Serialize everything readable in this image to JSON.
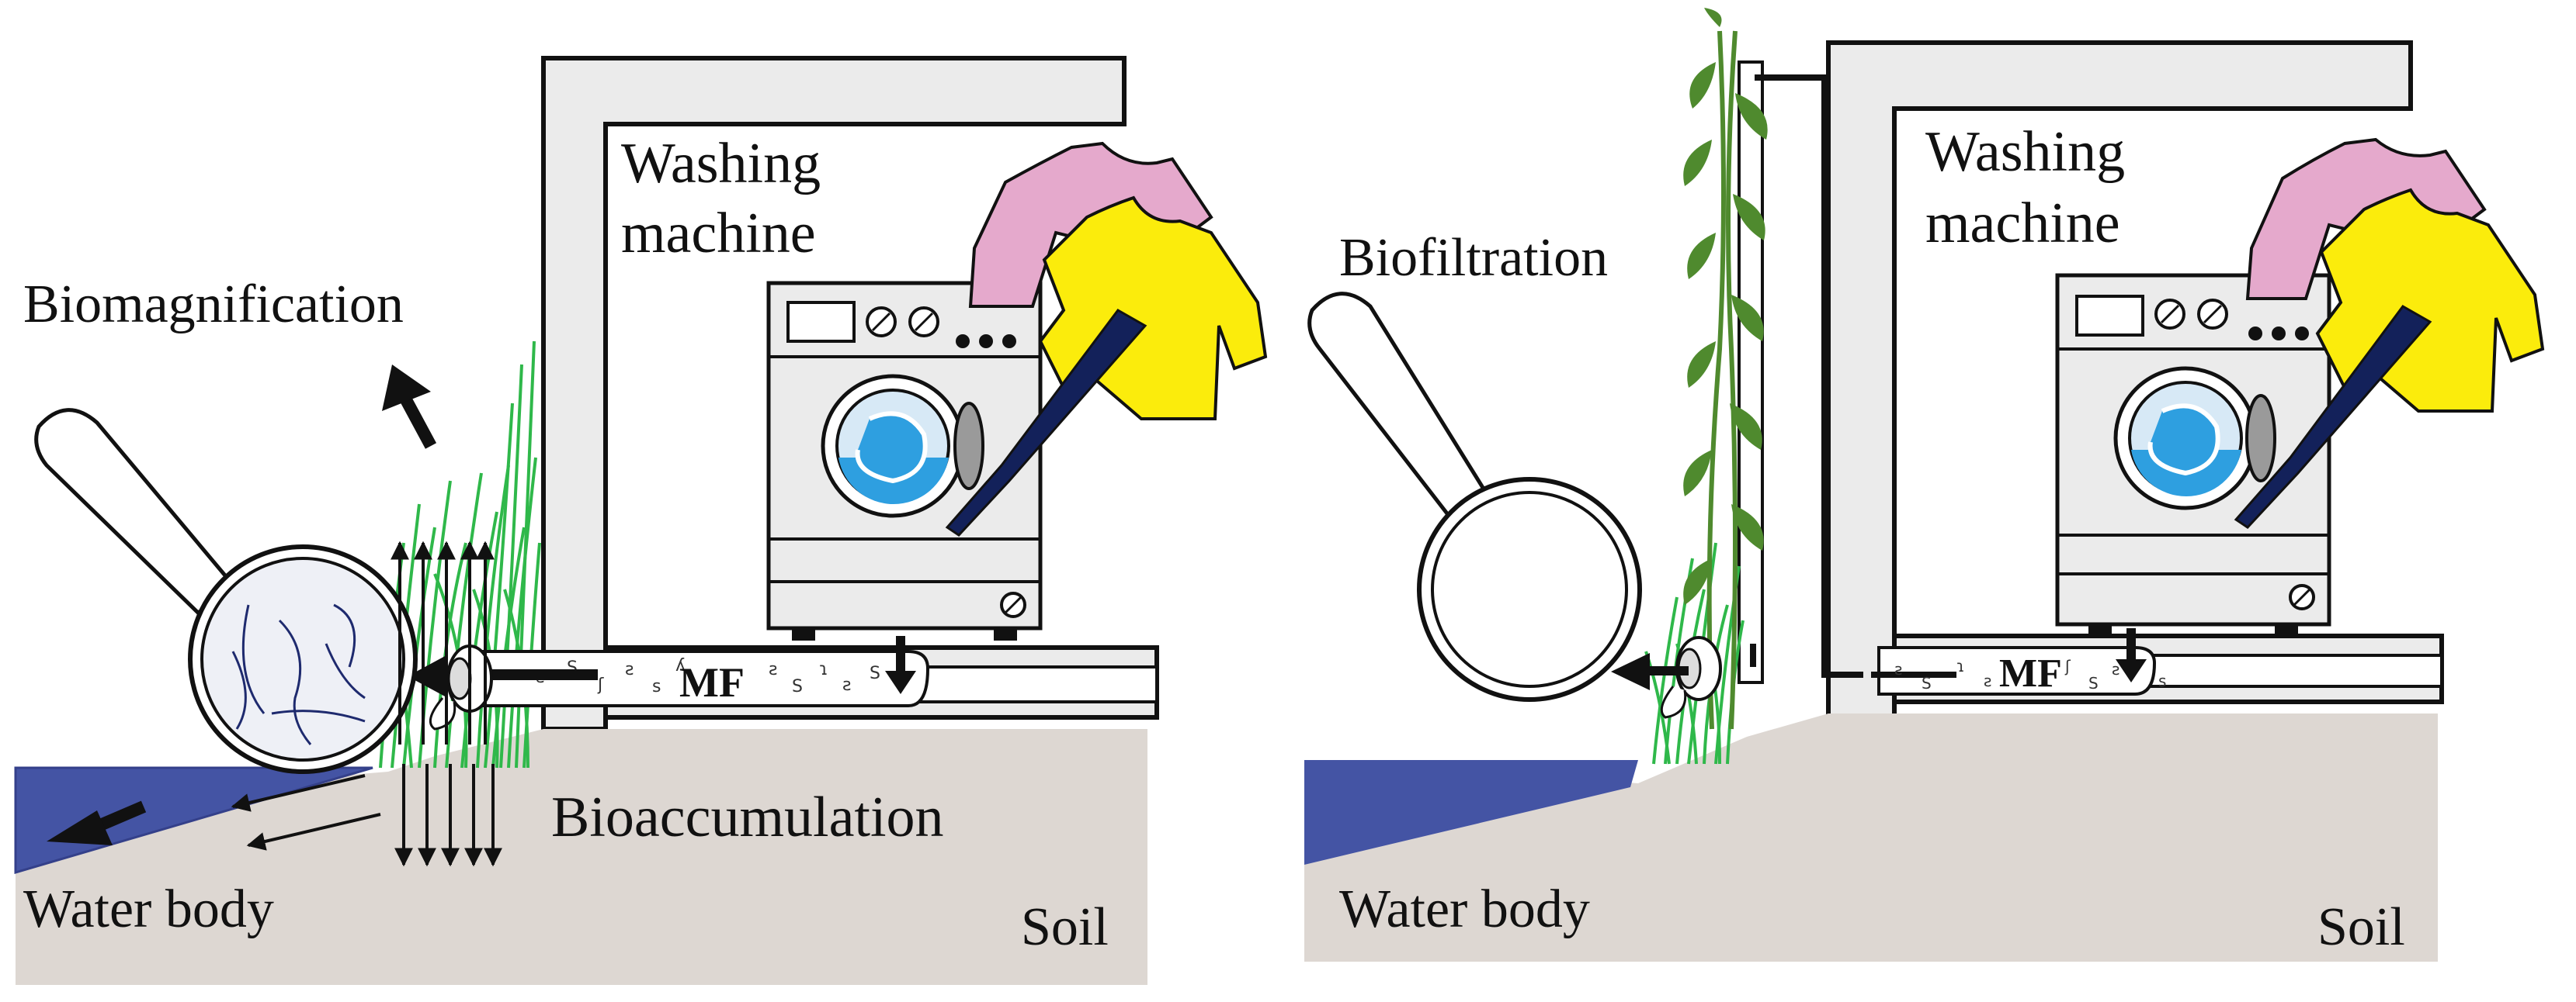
{
  "left_panel": {
    "washing_machine_label": [
      "Washing",
      "machine"
    ],
    "biomagnification_label": "Biomagnification",
    "bioaccumulation_label": "Bioaccumulation",
    "water_body_label": "Water body",
    "soil_label": "Soil",
    "mf_label": "MF"
  },
  "right_panel": {
    "washing_machine_label": [
      "Washing",
      "machine"
    ],
    "biofiltration_label": "Biofiltration",
    "water_body_label": "Water body",
    "soil_label": "Soil",
    "mf_label": "MF"
  },
  "colors": {
    "soil": "#ddd7d2",
    "water": "#4454a4",
    "wall": "#ebebeb",
    "drum_water": "#2e9fe0",
    "shirt_pink": "#e5a9cc",
    "shirt_yellow": "#fbec0c",
    "hose": "#13215a",
    "grass": "#2fb84a",
    "vine": "#4f8a2e",
    "microfiber": "#1e2a6e"
  },
  "icons": [
    "magnifying-glass-icon",
    "washing-machine-icon",
    "pink-shirt-icon",
    "yellow-shirt-icon",
    "pipe-outlet-icon",
    "grass-icon",
    "vine-icon"
  ]
}
